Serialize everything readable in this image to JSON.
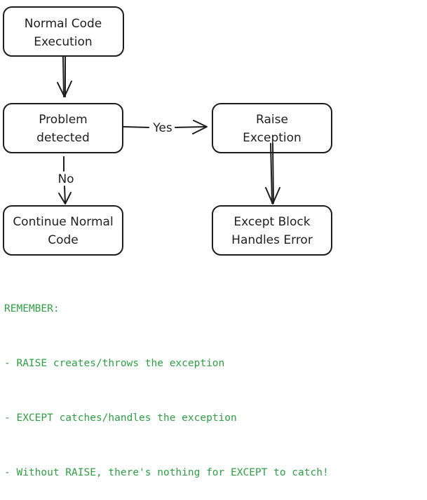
{
  "diagram": {
    "nodes": {
      "normal_execution": {
        "line1": "Normal Code",
        "line2": "Execution"
      },
      "problem_detected": {
        "line1": "Problem",
        "line2": "detected"
      },
      "raise_exception": {
        "line1": "Raise",
        "line2": "Exception"
      },
      "continue_normal": {
        "line1": "Continue Normal",
        "line2": "Code"
      },
      "except_block": {
        "line1": "Except Block",
        "line2": "Handles Error"
      }
    },
    "edges": {
      "yes_label": "Yes",
      "no_label": "No"
    }
  },
  "note": {
    "heading": "REMEMBER:",
    "lines": [
      "- RAISE creates/throws the exception",
      "- EXCEPT catches/handles the exception",
      "- Without RAISE, there's nothing for EXCEPT to catch!"
    ]
  },
  "colors": {
    "stroke": "#1e1e1e",
    "note_text": "#2f9e44",
    "background": "#ffffff"
  }
}
